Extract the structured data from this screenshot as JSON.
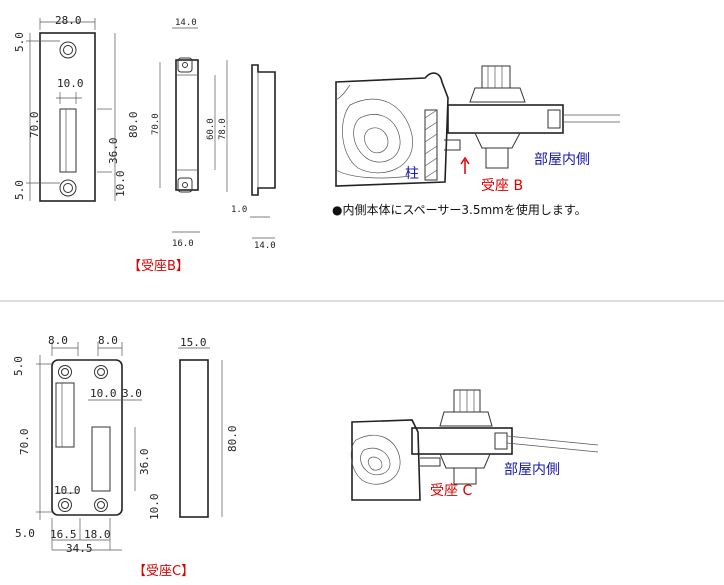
{
  "section_b": {
    "caption": "【受座B】",
    "front": {
      "width": "28.0",
      "top_offset": "5.0",
      "slot_width": "10.0",
      "height": "70.0",
      "total": "80.0",
      "slot_len": "36.0",
      "bottom_gap": "10.0",
      "bottom_offset": "5.0"
    },
    "side": {
      "top": "14.0",
      "h1": "70.0",
      "h2": "60.0",
      "h3": "78.0",
      "bottom": "16.0"
    },
    "section": {
      "flange": "1.0",
      "bottom": "14.0"
    },
    "assembly": {
      "pillar_label": "柱",
      "strike_label": "受座 B",
      "room_label": "部屋内側",
      "note": "●内側本体にスペーサー3.5mmを使用します。"
    }
  },
  "section_c": {
    "caption": "【受座C】",
    "front": {
      "hole_x1": "8.0",
      "hole_x2": "8.0",
      "top_offset": "5.0",
      "slot_w": "10.0",
      "slot_gap": "3.0",
      "height": "70.0",
      "slot_len": "36.0",
      "slot2_w": "10.0",
      "bottom_gap": "10.0",
      "bottom_offset": "5.0",
      "w1": "16.5",
      "w2": "18.0",
      "total_w": "34.5"
    },
    "side": {
      "top": "15.0",
      "height": "80.0"
    },
    "assembly": {
      "strike_label": "受座 C",
      "room_label": "部屋内側"
    }
  }
}
